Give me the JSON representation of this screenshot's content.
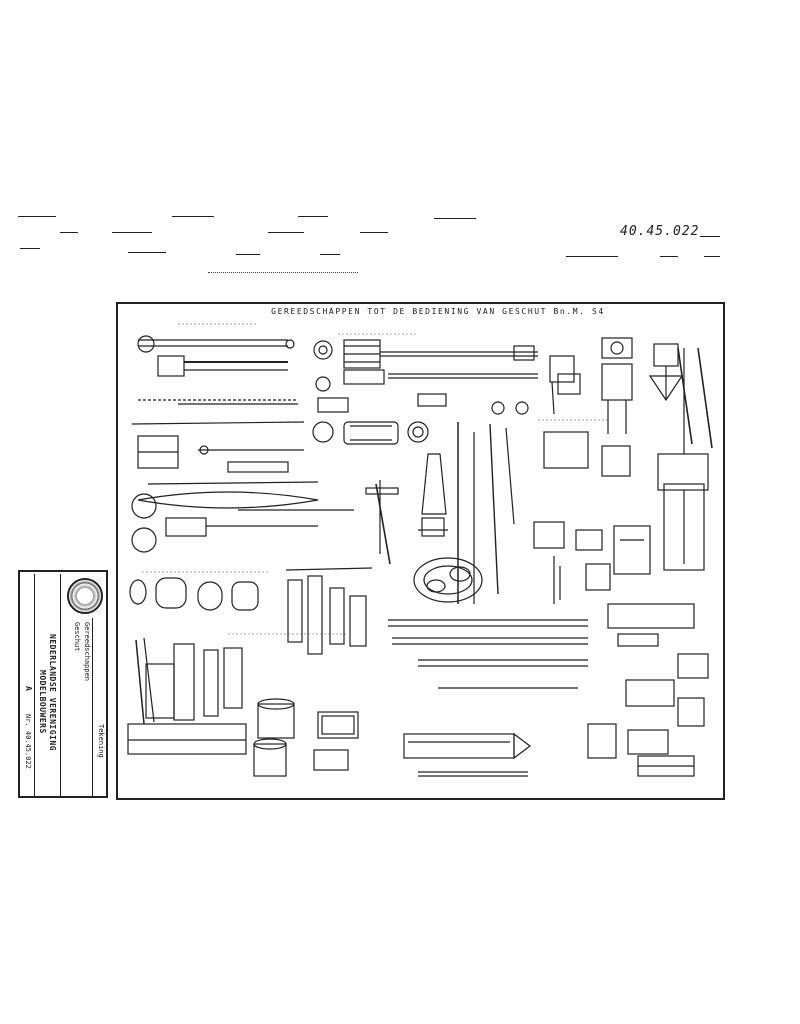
{
  "document": {
    "reference_code": "40.45.022",
    "sheet_title": "GEREEDSCHAPPEN TOT DE BEDIENING VAN GESCHUT Bn.M. S4",
    "footer_left": "",
    "footer_right": ""
  },
  "stamp": {
    "dept_label": "Tekening",
    "line_1": "Gereedschappen",
    "line_2": "Geschut",
    "line_3": "",
    "association_1": "NEDERLANDSE VERENIGING",
    "association_2": "MODELBOUWERS",
    "sheet_mark": "A",
    "number": "Nr. 40.45.022"
  },
  "colors": {
    "ink": "#222222",
    "paper": "#ffffff",
    "stamp_text": "#2a2a2a"
  }
}
